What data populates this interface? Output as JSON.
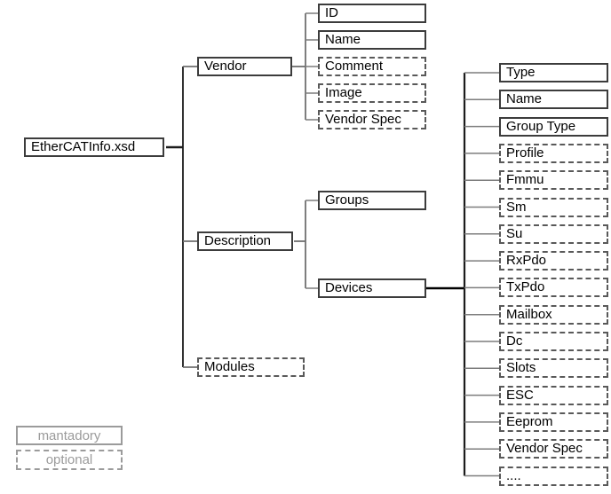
{
  "root": {
    "label": "EtherCATInfo.xsd",
    "style": "mandatory"
  },
  "nodes": {
    "level1": [
      {
        "label": "Vendor",
        "style": "mandatory"
      },
      {
        "label": "Description",
        "style": "mandatory"
      },
      {
        "label": "Modules",
        "style": "optional"
      }
    ],
    "vendor_children": [
      {
        "label": "ID",
        "style": "mandatory"
      },
      {
        "label": "Name",
        "style": "mandatory"
      },
      {
        "label": "Comment",
        "style": "optional"
      },
      {
        "label": "Image",
        "style": "optional"
      },
      {
        "label": "Vendor Spec",
        "style": "optional"
      }
    ],
    "description_children": [
      {
        "label": "Groups",
        "style": "mandatory"
      },
      {
        "label": "Devices",
        "style": "mandatory"
      }
    ],
    "devices_children": [
      {
        "label": "Type",
        "style": "mandatory"
      },
      {
        "label": "Name",
        "style": "mandatory"
      },
      {
        "label": "Group Type",
        "style": "mandatory"
      },
      {
        "label": "Profile",
        "style": "optional"
      },
      {
        "label": "Fmmu",
        "style": "optional"
      },
      {
        "label": "Sm",
        "style": "optional"
      },
      {
        "label": "Su",
        "style": "optional"
      },
      {
        "label": "RxPdo",
        "style": "optional"
      },
      {
        "label": "TxPdo",
        "style": "optional"
      },
      {
        "label": "Mailbox",
        "style": "optional"
      },
      {
        "label": "Dc",
        "style": "optional"
      },
      {
        "label": "Slots",
        "style": "optional"
      },
      {
        "label": "ESC",
        "style": "optional"
      },
      {
        "label": "Eeprom",
        "style": "optional"
      },
      {
        "label": "Vendor Spec",
        "style": "optional"
      },
      {
        "label": "....",
        "style": "optional"
      }
    ]
  },
  "legend": [
    {
      "label": "mantadory",
      "style": "mandatory"
    },
    {
      "label": "optional",
      "style": "optional"
    }
  ],
  "colors": {
    "mandatory_border": "#3c3c3c",
    "optional_border": "#595959",
    "legend_gray": "#9b9b9b",
    "connector_trunk": "#1c1c1c",
    "connector_branch": "#6f6f6f",
    "connector_stub": "#7d7d7d",
    "background": "#ffffff"
  }
}
